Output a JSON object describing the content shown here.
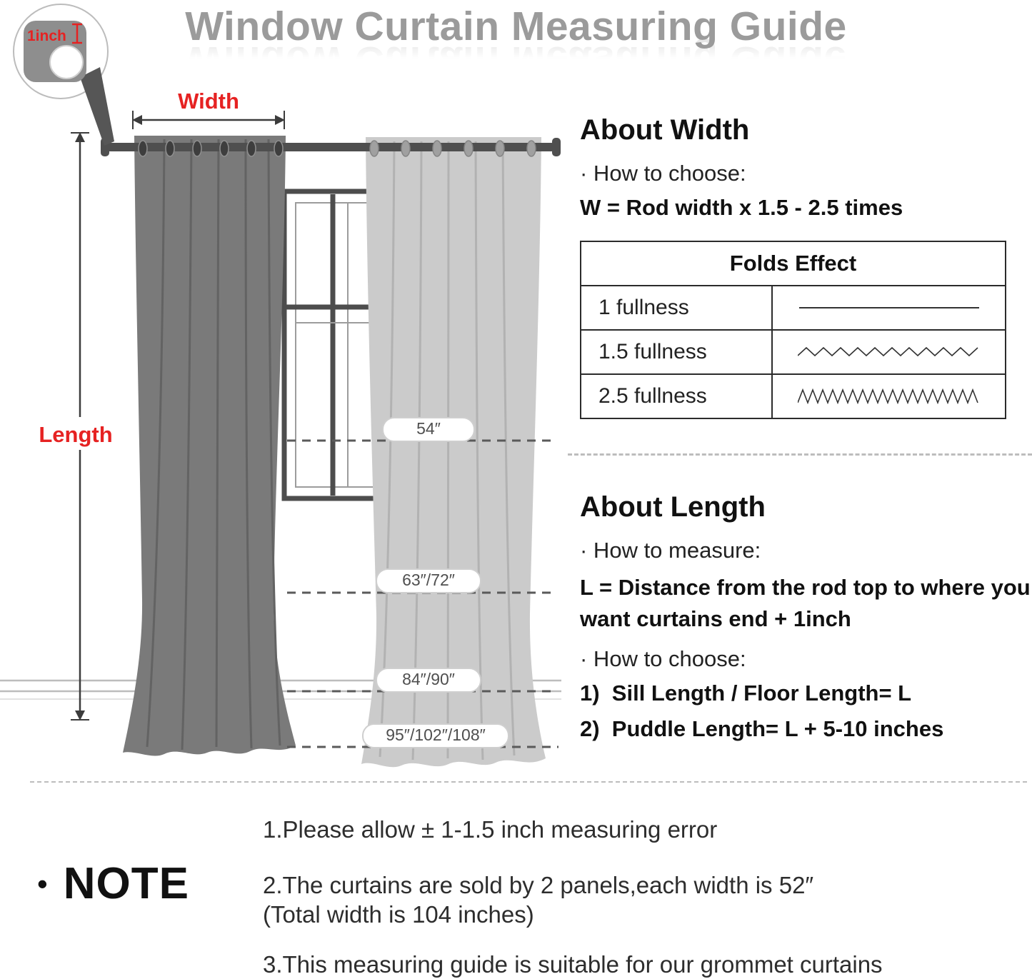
{
  "title": "Window Curtain Measuring Guide",
  "diagram": {
    "tape_label": "1inch",
    "width_label": "Width",
    "length_label": "Length",
    "size_labels": [
      "54″",
      "63″/72″",
      "84″/90″",
      "95″/102″/108″"
    ]
  },
  "about_width": {
    "heading": "About Width",
    "bullet_line": "· How to choose:",
    "formula": "W = Rod width x 1.5 - 2.5 times",
    "folds_table": {
      "header": "Folds Effect",
      "rows": [
        {
          "label": "1 fullness",
          "wave": "straight-line"
        },
        {
          "label": "1.5 fullness",
          "wave": "small-zigzag"
        },
        {
          "label": "2.5 fullness",
          "wave": "dense-zigzag"
        }
      ]
    }
  },
  "about_length": {
    "heading": "About Length",
    "measure_line": "· How to measure:",
    "formula": "L = Distance from the rod top to where you want curtains end + 1inch",
    "choose_line": "· How to choose:",
    "option1": "1)  Sill Length / Floor Length= L",
    "option2": "2)  Puddle Length= L + 5-10 inches"
  },
  "note": {
    "bullet": "•",
    "heading": "NOTE",
    "line1": "1.Please allow ± 1-1.5 inch measuring error",
    "line2": "2.The curtains are sold by 2 panels,each width is 52″",
    "line2b": "(Total width is 104 inches)",
    "line3": "3.This measuring guide is suitable for our grommet curtains"
  },
  "colors": {
    "accent_red": "#e62222",
    "title_gray": "#9b9b9b",
    "curtain_dark": "#7a7a7a",
    "curtain_light": "#cbcbcb"
  }
}
